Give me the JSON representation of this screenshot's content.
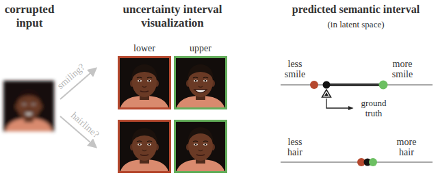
{
  "diagram": {
    "nodes": [
      {
        "text": [
          "lower"
        ]
      },
      {
        "text": [
          "upper"
        ]
      }
    ],
    "labels": [
      "corrupted input",
      "uncertainty interval visualization",
      "predicted semantic interval",
      "(in latent space)",
      "smiling?",
      "hairline?",
      "less smile",
      "more smile",
      "ground truth",
      "less hair",
      "more hair"
    ]
  }
}
